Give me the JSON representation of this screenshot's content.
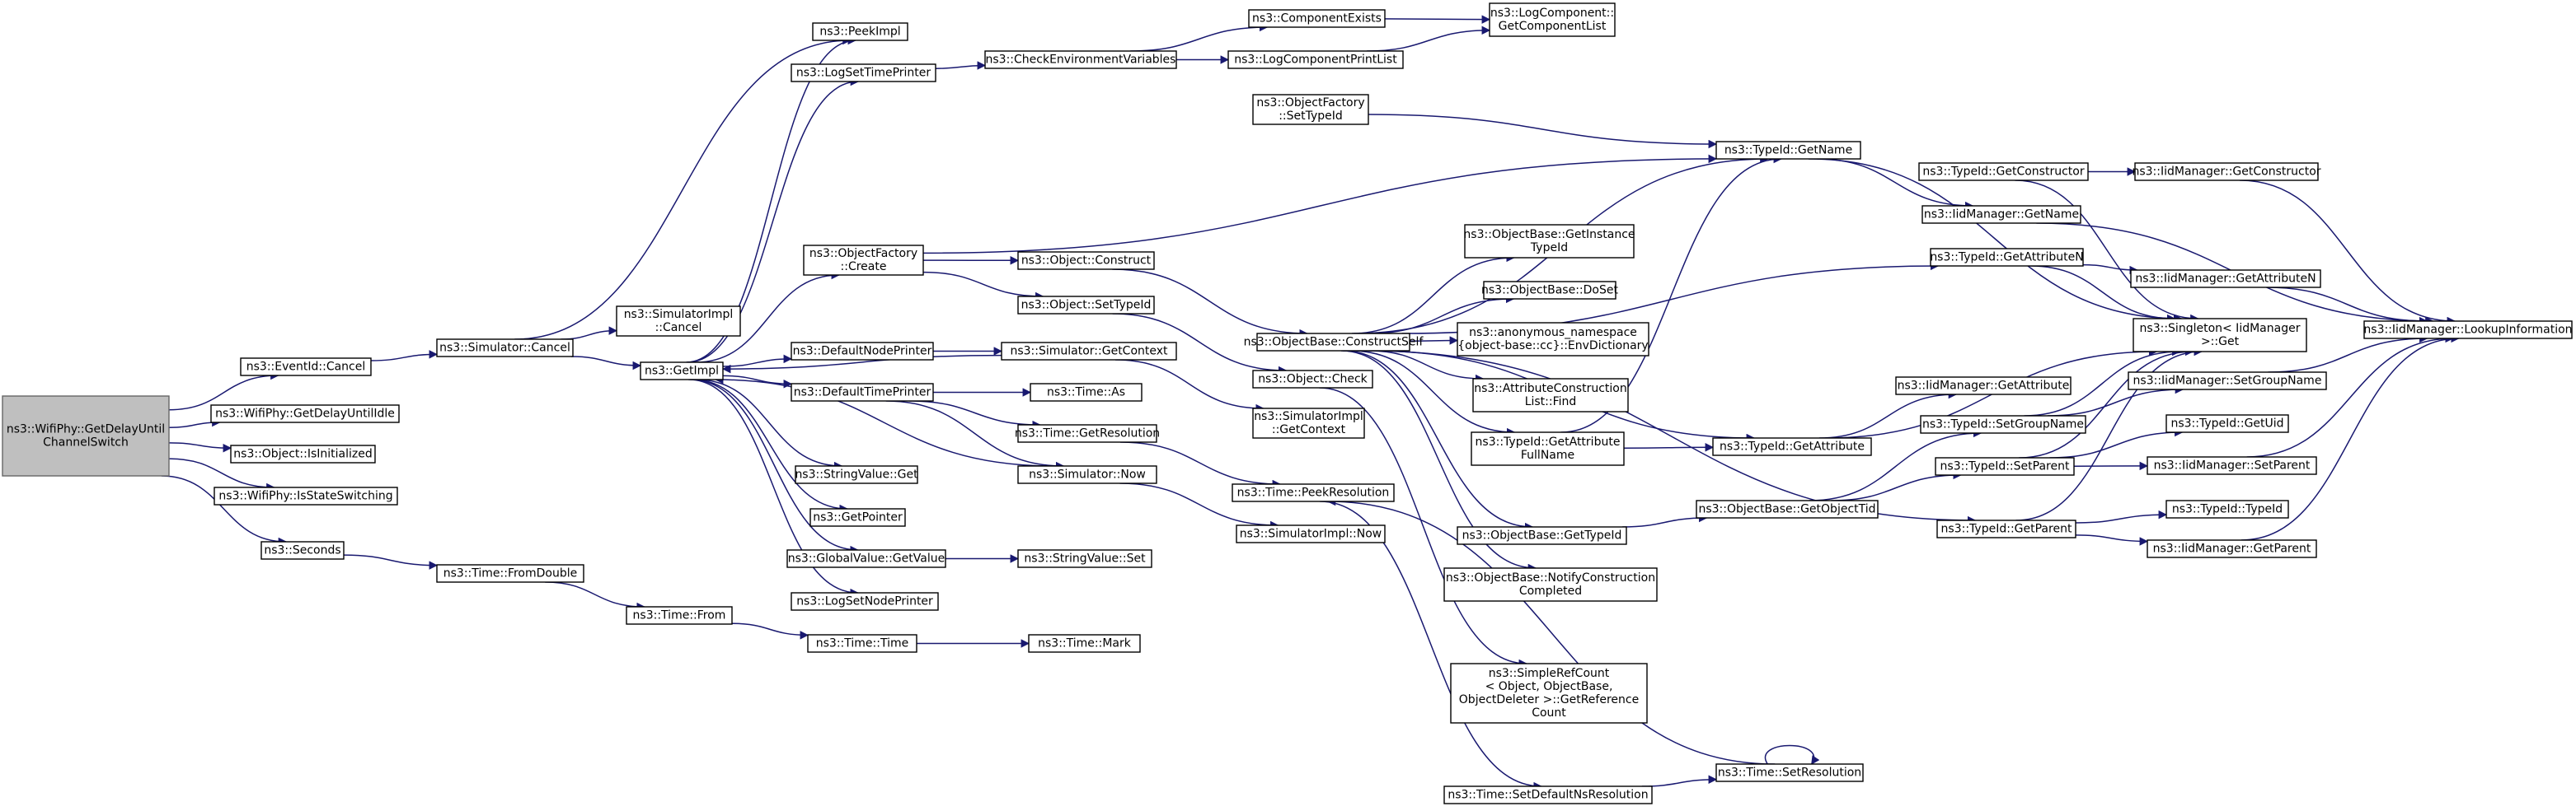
{
  "graph": {
    "root": "n_root",
    "nodes": [
      {
        "id": "n_root",
        "lines": [
          "ns3::WifiPhy::GetDelayUntil",
          "ChannelSwitch"
        ]
      },
      {
        "id": "n_evtcancel",
        "lines": [
          "ns3::EventId::Cancel"
        ]
      },
      {
        "id": "n_getdelayidle",
        "lines": [
          "ns3::WifiPhy::GetDelayUntilIdle"
        ]
      },
      {
        "id": "n_isinit",
        "lines": [
          "ns3::Object::IsInitialized"
        ]
      },
      {
        "id": "n_isstatesw",
        "lines": [
          "ns3::WifiPhy::IsStateSwitching"
        ]
      },
      {
        "id": "n_seconds",
        "lines": [
          "ns3::Seconds"
        ]
      },
      {
        "id": "n_simcancel",
        "lines": [
          "ns3::Simulator::Cancel"
        ]
      },
      {
        "id": "n_fromdouble",
        "lines": [
          "ns3::Time::FromDouble"
        ]
      },
      {
        "id": "n_from",
        "lines": [
          "ns3::Time::From"
        ]
      },
      {
        "id": "n_timetime",
        "lines": [
          "ns3::Time::Time"
        ]
      },
      {
        "id": "n_mark",
        "lines": [
          "ns3::Time::Mark"
        ]
      },
      {
        "id": "n_simimplcancel",
        "lines": [
          "ns3::SimulatorImpl",
          "::Cancel"
        ]
      },
      {
        "id": "n_getimpl",
        "lines": [
          "ns3::GetImpl"
        ]
      },
      {
        "id": "n_peekimpl",
        "lines": [
          "ns3::PeekImpl"
        ]
      },
      {
        "id": "n_logsettp",
        "lines": [
          "ns3::LogSetTimePrinter"
        ]
      },
      {
        "id": "n_checkenv",
        "lines": [
          "ns3::CheckEnvironmentVariables"
        ]
      },
      {
        "id": "n_compexists",
        "lines": [
          "ns3::ComponentExists"
        ]
      },
      {
        "id": "n_logcplist",
        "lines": [
          "ns3::LogComponentPrintList"
        ]
      },
      {
        "id": "n_getcomplist",
        "lines": [
          "ns3::LogComponent::",
          "GetComponentList"
        ]
      },
      {
        "id": "n_ofcreate",
        "lines": [
          "ns3::ObjectFactory",
          "::Create"
        ]
      },
      {
        "id": "n_ofsettypeid",
        "lines": [
          "ns3::ObjectFactory",
          "::SetTypeId"
        ]
      },
      {
        "id": "n_objconstruct",
        "lines": [
          "ns3::Object::Construct"
        ]
      },
      {
        "id": "n_objsettypeid",
        "lines": [
          "ns3::Object::SetTypeId"
        ]
      },
      {
        "id": "n_defnodeprinter",
        "lines": [
          "ns3::DefaultNodePrinter"
        ]
      },
      {
        "id": "n_defttimeprinter",
        "lines": [
          "ns3::DefaultTimePrinter"
        ]
      },
      {
        "id": "n_simgetcontext",
        "lines": [
          "ns3::Simulator::GetContext"
        ]
      },
      {
        "id": "n_timeas",
        "lines": [
          "ns3::Time::As"
        ]
      },
      {
        "id": "n_timegetres",
        "lines": [
          "ns3::Time::GetResolution"
        ]
      },
      {
        "id": "n_simnow",
        "lines": [
          "ns3::Simulator::Now"
        ]
      },
      {
        "id": "n_strvalget",
        "lines": [
          "ns3::StringValue::Get"
        ]
      },
      {
        "id": "n_getpointer",
        "lines": [
          "ns3::GetPointer"
        ]
      },
      {
        "id": "n_gvgetvalue",
        "lines": [
          "ns3::GlobalValue::GetValue"
        ]
      },
      {
        "id": "n_strvalset",
        "lines": [
          "ns3::StringValue::Set"
        ]
      },
      {
        "id": "n_logsetnodeprinter",
        "lines": [
          "ns3::LogSetNodePrinter"
        ]
      },
      {
        "id": "n_simimplgetctx",
        "lines": [
          "ns3::SimulatorImpl",
          "::GetContext"
        ]
      },
      {
        "id": "n_objcheck",
        "lines": [
          "ns3::Object::Check"
        ]
      },
      {
        "id": "n_peekres",
        "lines": [
          "ns3::Time::PeekResolution"
        ]
      },
      {
        "id": "n_simimplnow",
        "lines": [
          "ns3::SimulatorImpl::Now"
        ]
      },
      {
        "id": "n_constructself",
        "lines": [
          "ns3::ObjectBase::ConstructSelf"
        ]
      },
      {
        "id": "n_getinstancetid",
        "lines": [
          "ns3::ObjectBase::GetInstance",
          "TypeId"
        ]
      },
      {
        "id": "n_doset",
        "lines": [
          "ns3::ObjectBase::DoSet"
        ]
      },
      {
        "id": "n_envdict",
        "lines": [
          "ns3::anonymous_namespace",
          "{object-base::cc}::EnvDictionary"
        ]
      },
      {
        "id": "n_attrfind",
        "lines": [
          "ns3::AttributeConstruction",
          "List::Find"
        ]
      },
      {
        "id": "n_getattrfull",
        "lines": [
          "ns3::TypeId::GetAttribute",
          "FullName"
        ]
      },
      {
        "id": "n_obgettypeid",
        "lines": [
          "ns3::ObjectBase::GetTypeId"
        ]
      },
      {
        "id": "n_notifycc",
        "lines": [
          "ns3::ObjectBase::NotifyConstruction",
          "Completed"
        ]
      },
      {
        "id": "n_simplerefcount",
        "lines": [
          "ns3::SimpleRefCount",
          "< Object, ObjectBase,",
          "ObjectDeleter >::GetReference",
          "Count"
        ]
      },
      {
        "id": "n_setdefns",
        "lines": [
          "ns3::Time::SetDefaultNsResolution"
        ]
      },
      {
        "id": "n_setres",
        "lines": [
          "ns3::Time::SetResolution"
        ]
      },
      {
        "id": "n_tidgetname",
        "lines": [
          "ns3::TypeId::GetName"
        ]
      },
      {
        "id": "n_tidgetattr",
        "lines": [
          "ns3::TypeId::GetAttribute"
        ]
      },
      {
        "id": "n_obgetobjtid",
        "lines": [
          "ns3::ObjectBase::GetObjectTid"
        ]
      },
      {
        "id": "n_tidgetctor",
        "lines": [
          "ns3::TypeId::GetConstructor"
        ]
      },
      {
        "id": "n_iidgetname",
        "lines": [
          "ns3::IidManager::GetName"
        ]
      },
      {
        "id": "n_tidgetattrn",
        "lines": [
          "ns3::TypeId::GetAttributeN"
        ]
      },
      {
        "id": "n_iidgetattr",
        "lines": [
          "ns3::IidManager::GetAttribute"
        ]
      },
      {
        "id": "n_tidsetgroup",
        "lines": [
          "ns3::TypeId::SetGroupName"
        ]
      },
      {
        "id": "n_tidsetparent",
        "lines": [
          "ns3::TypeId::SetParent"
        ]
      },
      {
        "id": "n_tidgetparent",
        "lines": [
          "ns3::TypeId::GetParent"
        ]
      },
      {
        "id": "n_iidgetctor",
        "lines": [
          "ns3::IidManager::GetConstructor"
        ]
      },
      {
        "id": "n_iidgetattrn",
        "lines": [
          "ns3::IidManager::GetAttributeN"
        ]
      },
      {
        "id": "n_singleton",
        "lines": [
          "ns3::Singleton< IidManager",
          ">::Get"
        ]
      },
      {
        "id": "n_iidsetgroup",
        "lines": [
          "ns3::IidManager::SetGroupName"
        ]
      },
      {
        "id": "n_tidgetuid",
        "lines": [
          "ns3::TypeId::GetUid"
        ]
      },
      {
        "id": "n_iidsetparent",
        "lines": [
          "ns3::IidManager::SetParent"
        ]
      },
      {
        "id": "n_tidtypeid",
        "lines": [
          "ns3::TypeId::TypeId"
        ]
      },
      {
        "id": "n_iidgetparent",
        "lines": [
          "ns3::IidManager::GetParent"
        ]
      },
      {
        "id": "n_lookupinfo",
        "lines": [
          "ns3::IidManager::LookupInformation"
        ]
      }
    ],
    "edges": [
      [
        "n_root",
        "n_evtcancel"
      ],
      [
        "n_root",
        "n_getdelayidle"
      ],
      [
        "n_root",
        "n_isinit"
      ],
      [
        "n_root",
        "n_isstatesw"
      ],
      [
        "n_root",
        "n_seconds"
      ],
      [
        "n_evtcancel",
        "n_simcancel"
      ],
      [
        "n_simcancel",
        "n_peekimpl"
      ],
      [
        "n_simcancel",
        "n_simimplcancel"
      ],
      [
        "n_simcancel",
        "n_getimpl"
      ],
      [
        "n_seconds",
        "n_fromdouble"
      ],
      [
        "n_fromdouble",
        "n_from"
      ],
      [
        "n_from",
        "n_timetime"
      ],
      [
        "n_timetime",
        "n_mark"
      ],
      [
        "n_getimpl",
        "n_peekimpl"
      ],
      [
        "n_getimpl",
        "n_logsettp"
      ],
      [
        "n_getimpl",
        "n_ofcreate"
      ],
      [
        "n_getimpl",
        "n_defnodeprinter"
      ],
      [
        "n_getimpl",
        "n_defttimeprinter"
      ],
      [
        "n_getimpl",
        "n_strvalget"
      ],
      [
        "n_getimpl",
        "n_getpointer"
      ],
      [
        "n_getimpl",
        "n_gvgetvalue"
      ],
      [
        "n_getimpl",
        "n_logsetnodeprinter"
      ],
      [
        "n_logsettp",
        "n_checkenv"
      ],
      [
        "n_checkenv",
        "n_compexists"
      ],
      [
        "n_checkenv",
        "n_logcplist"
      ],
      [
        "n_compexists",
        "n_getcomplist"
      ],
      [
        "n_logcplist",
        "n_getcomplist"
      ],
      [
        "n_ofcreate",
        "n_objconstruct"
      ],
      [
        "n_ofcreate",
        "n_objsettypeid"
      ],
      [
        "n_ofcreate",
        "n_tidgetname"
      ],
      [
        "n_objconstruct",
        "n_constructself"
      ],
      [
        "n_objsettypeid",
        "n_objcheck"
      ],
      [
        "n_defnodeprinter",
        "n_simgetcontext"
      ],
      [
        "n_simgetcontext",
        "n_getimpl"
      ],
      [
        "n_simgetcontext",
        "n_simimplgetctx"
      ],
      [
        "n_defttimeprinter",
        "n_timeas"
      ],
      [
        "n_defttimeprinter",
        "n_timegetres"
      ],
      [
        "n_defttimeprinter",
        "n_simnow"
      ],
      [
        "n_simnow",
        "n_getimpl"
      ],
      [
        "n_simnow",
        "n_simimplnow"
      ],
      [
        "n_timegetres",
        "n_peekres"
      ],
      [
        "n_gvgetvalue",
        "n_strvalset"
      ],
      [
        "n_constructself",
        "n_getinstancetid"
      ],
      [
        "n_constructself",
        "n_doset"
      ],
      [
        "n_constructself",
        "n_envdict"
      ],
      [
        "n_constructself",
        "n_attrfind"
      ],
      [
        "n_constructself",
        "n_getattrfull"
      ],
      [
        "n_constructself",
        "n_obgettypeid"
      ],
      [
        "n_constructself",
        "n_notifycc"
      ],
      [
        "n_constructself",
        "n_tidgetname"
      ],
      [
        "n_constructself",
        "n_tidgetattrn"
      ],
      [
        "n_constructself",
        "n_tidgetattr"
      ],
      [
        "n_constructself",
        "n_tidgetparent"
      ],
      [
        "n_objcheck",
        "n_simplerefcount"
      ],
      [
        "n_peekres",
        "n_setdefns"
      ],
      [
        "n_setdefns",
        "n_setres"
      ],
      [
        "n_setres",
        "n_setres"
      ],
      [
        "n_setres",
        "n_peekres"
      ],
      [
        "n_getattrfull",
        "n_tidgetname"
      ],
      [
        "n_getattrfull",
        "n_tidgetattr"
      ],
      [
        "n_obgettypeid",
        "n_obgetobjtid"
      ],
      [
        "n_obgetobjtid",
        "n_tidsetgroup"
      ],
      [
        "n_obgetobjtid",
        "n_tidsetparent"
      ],
      [
        "n_tidgetname",
        "n_iidgetname"
      ],
      [
        "n_tidgetname",
        "n_singleton"
      ],
      [
        "n_tidgetctor",
        "n_iidgetctor"
      ],
      [
        "n_tidgetctor",
        "n_singleton"
      ],
      [
        "n_iidgetname",
        "n_lookupinfo"
      ],
      [
        "n_tidgetattrn",
        "n_iidgetattrn"
      ],
      [
        "n_tidgetattrn",
        "n_singleton"
      ],
      [
        "n_tidgetattr",
        "n_iidgetattr"
      ],
      [
        "n_tidgetattr",
        "n_singleton"
      ],
      [
        "n_tidsetgroup",
        "n_iidsetgroup"
      ],
      [
        "n_tidsetgroup",
        "n_singleton"
      ],
      [
        "n_tidsetparent",
        "n_tidgetuid"
      ],
      [
        "n_tidsetparent",
        "n_iidsetparent"
      ],
      [
        "n_tidsetparent",
        "n_singleton"
      ],
      [
        "n_tidgetparent",
        "n_tidtypeid"
      ],
      [
        "n_tidgetparent",
        "n_iidgetparent"
      ],
      [
        "n_tidgetparent",
        "n_singleton"
      ],
      [
        "n_iidgetctor",
        "n_lookupinfo"
      ],
      [
        "n_iidgetattrn",
        "n_lookupinfo"
      ],
      [
        "n_iidsetgroup",
        "n_lookupinfo"
      ],
      [
        "n_iidsetparent",
        "n_lookupinfo"
      ],
      [
        "n_iidgetparent",
        "n_lookupinfo"
      ],
      [
        "n_ofsettypeid",
        "n_tidgetname"
      ]
    ]
  }
}
